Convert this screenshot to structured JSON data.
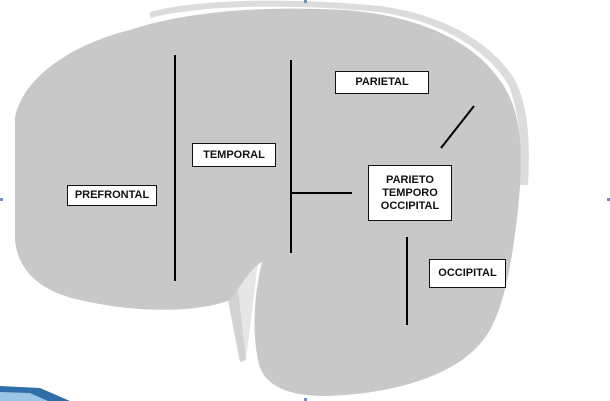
{
  "diagram": {
    "labels": {
      "prefrontal": "PREFRONTAL",
      "temporal": "TEMPORAL",
      "parietal": "PARIETAL",
      "parieto_temporo_occipital": "PARIETO\nTEMPORO\nOCCIPITAL",
      "occipital": "OCCIPITAL"
    }
  },
  "colors": {
    "lobe_fill": "#c8c8c8",
    "bevel": "#d9d9d9",
    "bevel_dark": "#9e9e9e",
    "divider": "#000000",
    "accent": "#2f6ea8"
  }
}
